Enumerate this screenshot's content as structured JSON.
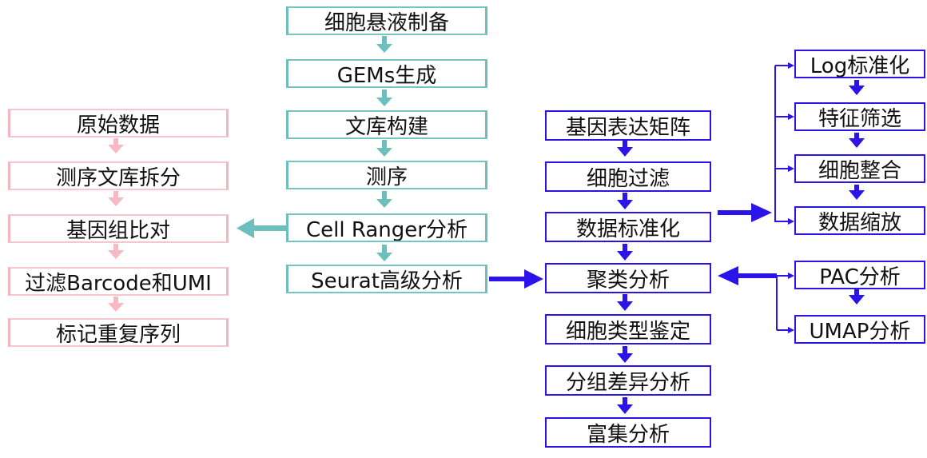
{
  "colors": {
    "pink": "#f5c6cb",
    "teal": "#6cbfbd",
    "blue": "#2b14e8"
  },
  "left_column": [
    "原始数据",
    "测序文库拆分",
    "基因组比对",
    "过滤Barcode和UMI",
    "标记重复序列"
  ],
  "middle_column": [
    "细胞悬液制备",
    "GEMs生成",
    "文库构建",
    "测序",
    "Cell Ranger分析",
    "Seurat高级分析"
  ],
  "main_column": [
    "基因表达矩阵",
    "细胞过滤",
    "数据标准化",
    "聚类分析",
    "细胞类型鉴定",
    "分组差异分析",
    "富集分析"
  ],
  "normalization_steps": [
    "Log标准化",
    "特征筛选",
    "细胞整合",
    "数据缩放"
  ],
  "dimension_reduction_steps": [
    "PAC分析",
    "UMAP分析"
  ]
}
